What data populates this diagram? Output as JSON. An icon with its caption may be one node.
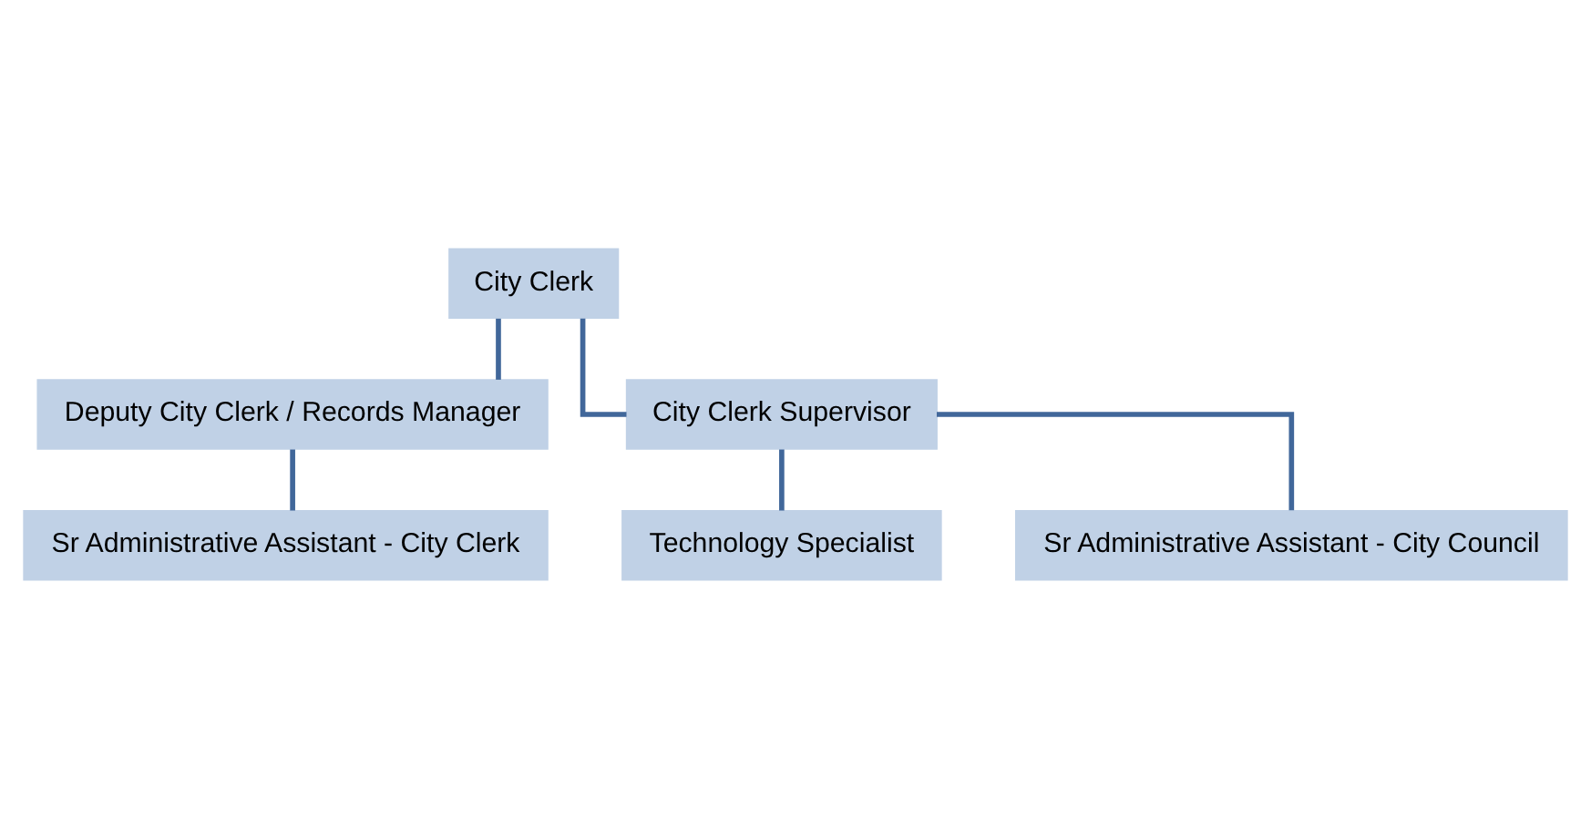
{
  "diagram": {
    "nodes": [
      {
        "text": [
          "City Clerk"
        ]
      },
      {
        "text": [
          "Deputy City Clerk / Records Manager"
        ]
      },
      {
        "text": [
          "City Clerk Supervisor"
        ]
      },
      {
        "text": [
          "Sr Administrative Assistant - City Clerk"
        ]
      },
      {
        "text": [
          "Technology Specialist"
        ]
      },
      {
        "text": [
          "Sr Administrative Assistant - City Council"
        ]
      }
    ],
    "edges": [
      {
        "from": 0,
        "to": 1,
        "arrow": "none"
      },
      {
        "from": 0,
        "to": 2,
        "arrow": "none"
      },
      {
        "from": 1,
        "to": 3,
        "arrow": "none"
      },
      {
        "from": 2,
        "to": 4,
        "arrow": "none"
      },
      {
        "from": 2,
        "to": 5,
        "arrow": "none"
      }
    ]
  }
}
